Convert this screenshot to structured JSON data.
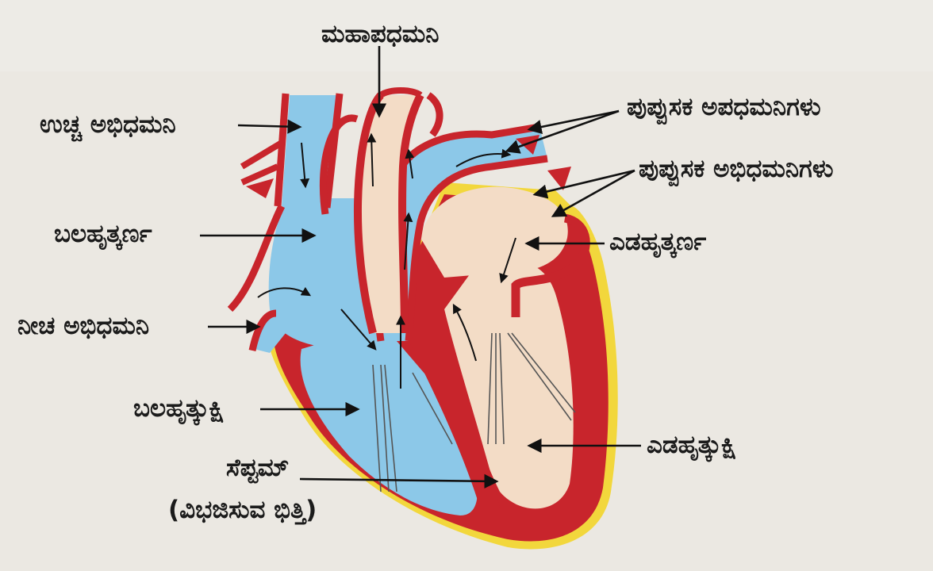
{
  "labels": {
    "aorta": "ಮಹಾಪಧಮನಿ",
    "superior_vena_cava": "ಉಚ್ಚ ಅಭಿಧಮನಿ",
    "pulmonary_arteries": "ಪುಪ್ಪುಸಕ ಅಪಧಮನಿಗಳು",
    "pulmonary_veins": "ಪುಪ್ಪುಸಕ ಅಭಿಧಮನಿಗಳು",
    "right_atrium": "ಬಲಹೃತ್ಕರ್ಣ",
    "left_atrium": "ಎಡಹೃತ್ಕರ್ಣ",
    "inferior_vena_cava": "ನೀಚ ಅಭಿಧಮನಿ",
    "right_ventricle": "ಬಲಹೃತ್ಕುಕ್ಷಿ",
    "left_ventricle": "ಎಡಹೃತ್ಕುಕ್ಷಿ",
    "septum": "ಸೆಪ್ಟಮ್",
    "septum_subtitle": "(ವಿಭಜಿಸುವ ಭಿತ್ತಿ)"
  },
  "colors": {
    "paper": "#e9e6e0",
    "wall": "#c8252c",
    "wall_dark": "#9b1b22",
    "deoxygenated": "#8cc8e8",
    "oxygenated": "#f3dcc6",
    "yellow_outline": "#f2d73c",
    "ink": "#1b1b1b"
  }
}
